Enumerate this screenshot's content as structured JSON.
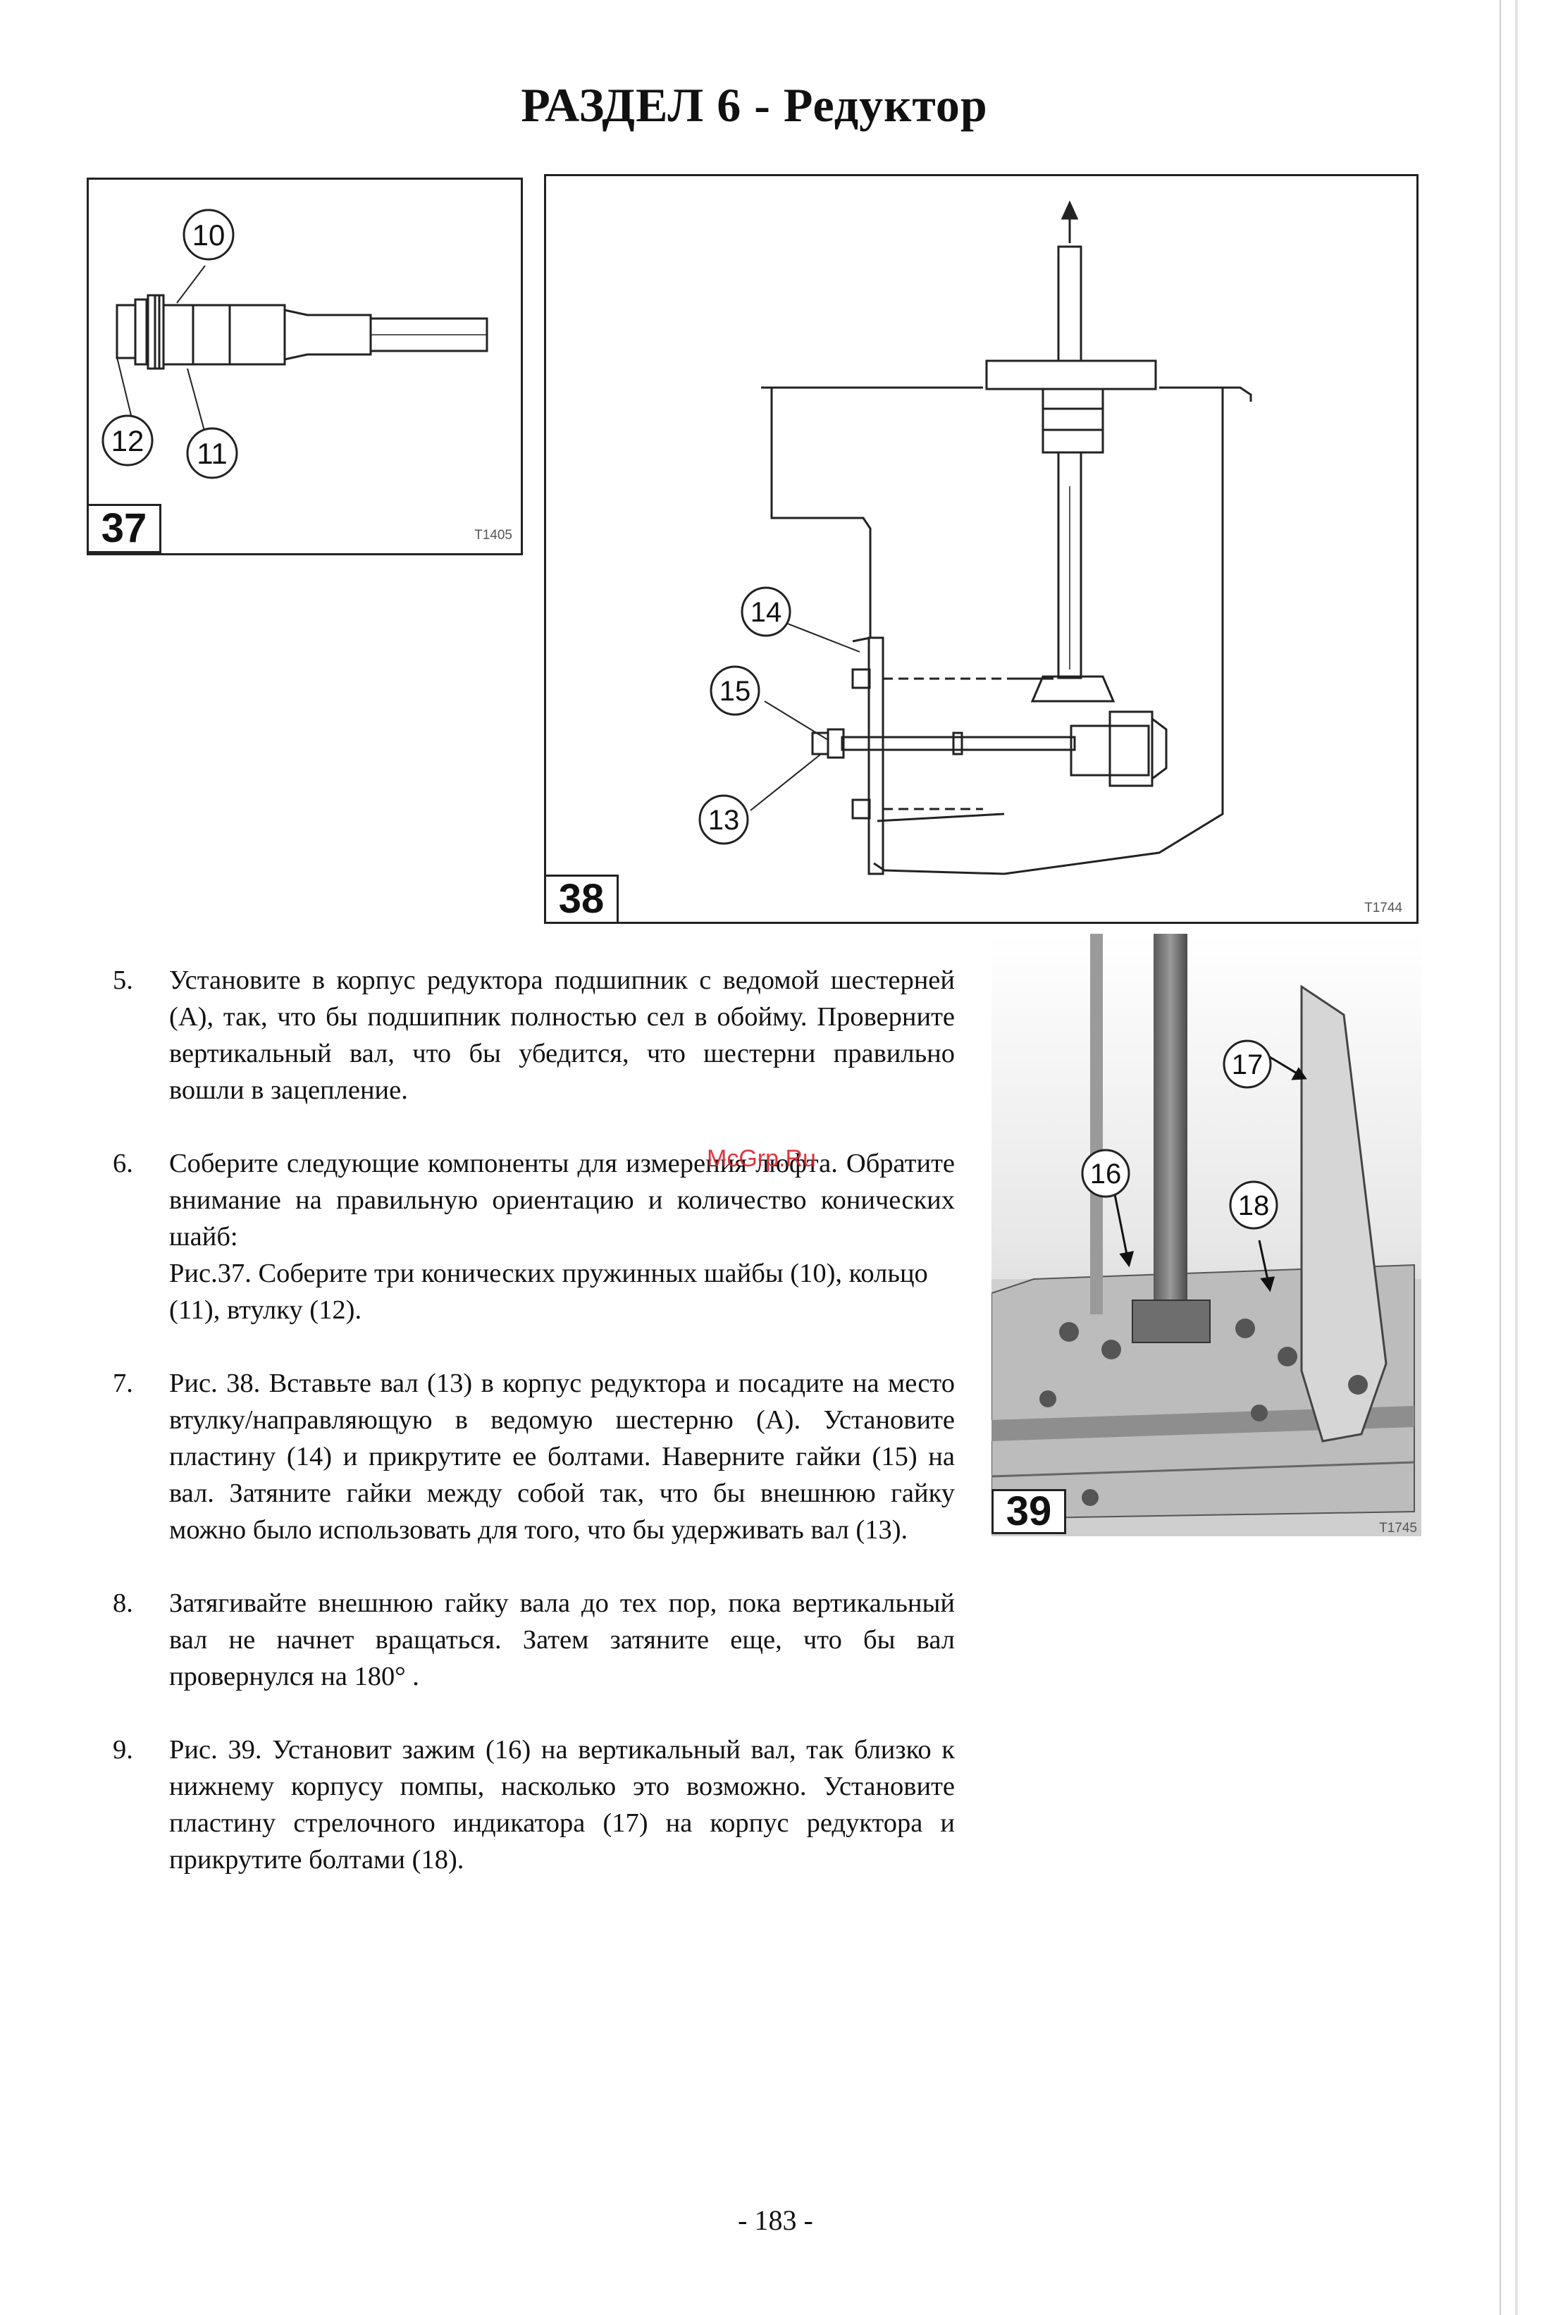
{
  "header": {
    "title": "РАЗДЕЛ  6 - Редуктор"
  },
  "figures": {
    "fig37": {
      "number": "37",
      "code": "T1405",
      "callouts": [
        "10",
        "11",
        "12"
      ]
    },
    "fig38": {
      "number": "38",
      "code": "T1744",
      "callouts": [
        "13",
        "14",
        "15"
      ]
    },
    "fig39": {
      "number": "39",
      "code": "T1745",
      "callouts": [
        "16",
        "17",
        "18"
      ]
    }
  },
  "watermark": "McGrp.Ru",
  "steps": [
    {
      "num": "5.",
      "text": "Установите в корпус редуктора подшипник с ведомой шестерней (А), так, что бы подшипник полностью сел в обойму. Проверните вертикальный вал, что бы убедится, что шестерни правильно вошли в зацепление."
    },
    {
      "num": "6.",
      "text": "Соберите следующие компоненты для измерения люфта. Обратите внимание на правильную ориентацию и количество конических шайб:",
      "text2": "Рис.37. Соберите три конических пружинных шайбы (10), кольцо (11), втулку (12)."
    },
    {
      "num": "7.",
      "text": "Рис. 38. Вставьте вал (13) в корпус редуктора и посадите на место втулку/направляющую в ведомую шестерню (А). Установите пластину (14) и прикрутите ее болтами. Наверните гайки (15) на вал. Затяните гайки между собой так, что бы внешнюю гайку можно было использовать для того, что бы удерживать вал (13)."
    },
    {
      "num": "8.",
      "text": "Затягивайте внешнюю гайку вала до тех пор, пока вертикальный вал не начнет вращаться. Затем затяните еще, что бы вал провернулся на 180° ."
    },
    {
      "num": "9.",
      "text": "Рис. 39. Установит зажим (16) на вертикальный вал, так близко к нижнему корпусу помпы, насколько это возможно. Установите пластину стрелочного индикатора (17) на корпус редуктора и прикрутите болтами (18)."
    }
  ],
  "footer": {
    "page_number": "- 183 -"
  }
}
